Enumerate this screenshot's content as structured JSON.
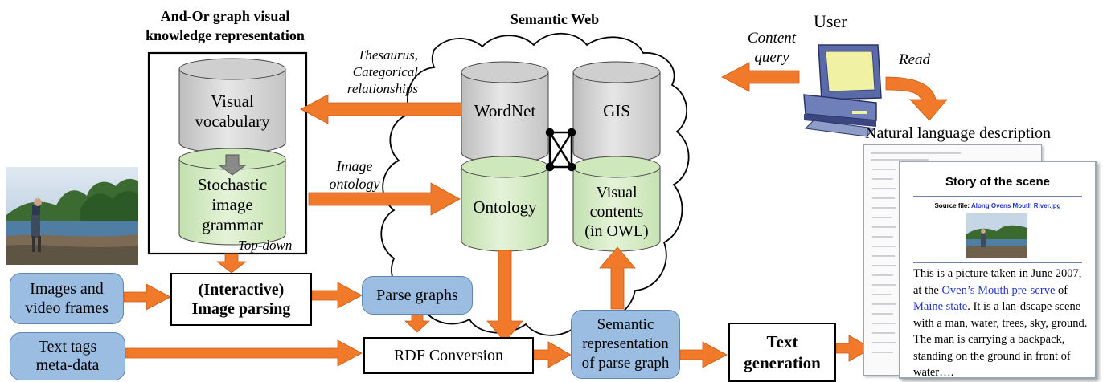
{
  "titles": {
    "andor_line1": "And-Or graph visual",
    "andor_line2": "knowledge representation",
    "semantic_web": "Semantic Web",
    "user": "User",
    "natural_language": "Natural language description"
  },
  "cylinders": {
    "visual_vocabulary": [
      "Visual",
      "vocabulary"
    ],
    "stochastic_grammar": [
      "Stochastic",
      "image",
      "grammar"
    ],
    "wordnet": [
      "WordNet"
    ],
    "gis": [
      "GIS"
    ],
    "ontology": [
      "Ontology"
    ],
    "visual_contents": [
      "Visual",
      "contents",
      "(in OWL)"
    ]
  },
  "boxes": {
    "images_video": [
      "Images and",
      "video frames"
    ],
    "image_parsing": [
      "(Interactive)",
      "Image parsing"
    ],
    "parse_graphs": [
      "Parse graphs"
    ],
    "text_tags": [
      "Text tags",
      "meta-data"
    ],
    "rdf": [
      "RDF Conversion"
    ],
    "semantic_repr": [
      "Semantic",
      "representation",
      "of parse graph"
    ],
    "text_generation": [
      "Text",
      "generation"
    ]
  },
  "edge_labels": {
    "thesaurus": [
      "Thesaurus,",
      "Categorical",
      "relationships"
    ],
    "image_ontology": [
      "Image",
      "ontology"
    ],
    "content_query": [
      "Content",
      "query"
    ],
    "read": "Read",
    "top_down": "Top-down"
  },
  "story": {
    "title": "Story of the scene",
    "source_label": "Source file: ",
    "source_link": "Along Ovens Mouth River.jpg",
    "text_1": "This is a picture taken in June 2007, at the ",
    "link_1": "Oven’s Mouth pre-serve",
    "text_2": " of ",
    "link_2": "Maine state",
    "text_3": ".  It is  a lan-dscape scene with a man, water, trees,  sky, ground. The man is carrying a backpack, standing on the ground in front of water…."
  },
  "colors": {
    "arrow_orange": "#f07a2a",
    "cylinder_gray": "#d8d8d8",
    "cylinder_green": "#d6ecc4",
    "box_blue": "#9bbde2",
    "box_blue_border": "#5f86b3",
    "link_blue": "#2233cc"
  }
}
